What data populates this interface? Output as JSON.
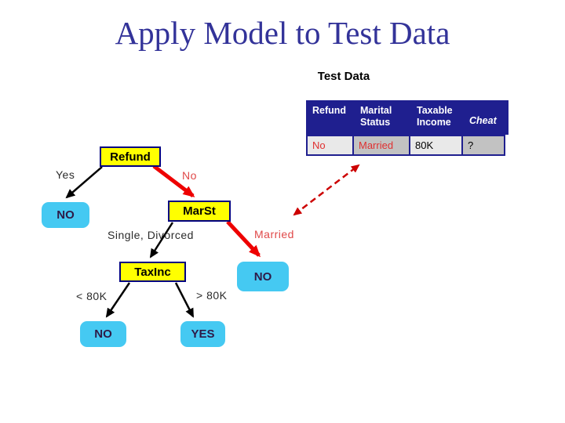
{
  "colors": {
    "title": "#333399",
    "header-bg": "#1F1F8F",
    "header-text": "#FFFFFF",
    "cell-light": "#E9E9E9",
    "cell-dark": "#C2C2C2",
    "cell-border": "#1F1F8F",
    "red-text": "#E03030",
    "node-fill": "#FFFF00",
    "node-border": "#000080",
    "leaf-fill": "#45C9F2",
    "leaf-text": "#2E1A47",
    "label-black": "#2B2B2B",
    "label-red": "#E04848",
    "edge-black": "#000000",
    "edge-red": "#EE0000",
    "dashed-red": "#CC0000"
  },
  "title": "Apply Model to Test Data",
  "table": {
    "caption": "Test Data",
    "headers": [
      "Refund",
      "Marital Status",
      "Taxable Income",
      "Cheat"
    ],
    "row": [
      "No",
      "Married",
      "80K",
      "?"
    ]
  },
  "tree": {
    "nodes": {
      "refund": "Refund",
      "marst": "MarSt",
      "taxinc": "TaxInc"
    },
    "leaves": {
      "refund_yes": "NO",
      "married": "NO",
      "income_low": "NO",
      "income_high": "YES"
    },
    "edge_labels": {
      "yes": "Yes",
      "no": "No",
      "single_divorced": "Single, Divorced",
      "married": "Married",
      "lt_80k": "< 80K",
      "gt_80k": "> 80K"
    }
  }
}
